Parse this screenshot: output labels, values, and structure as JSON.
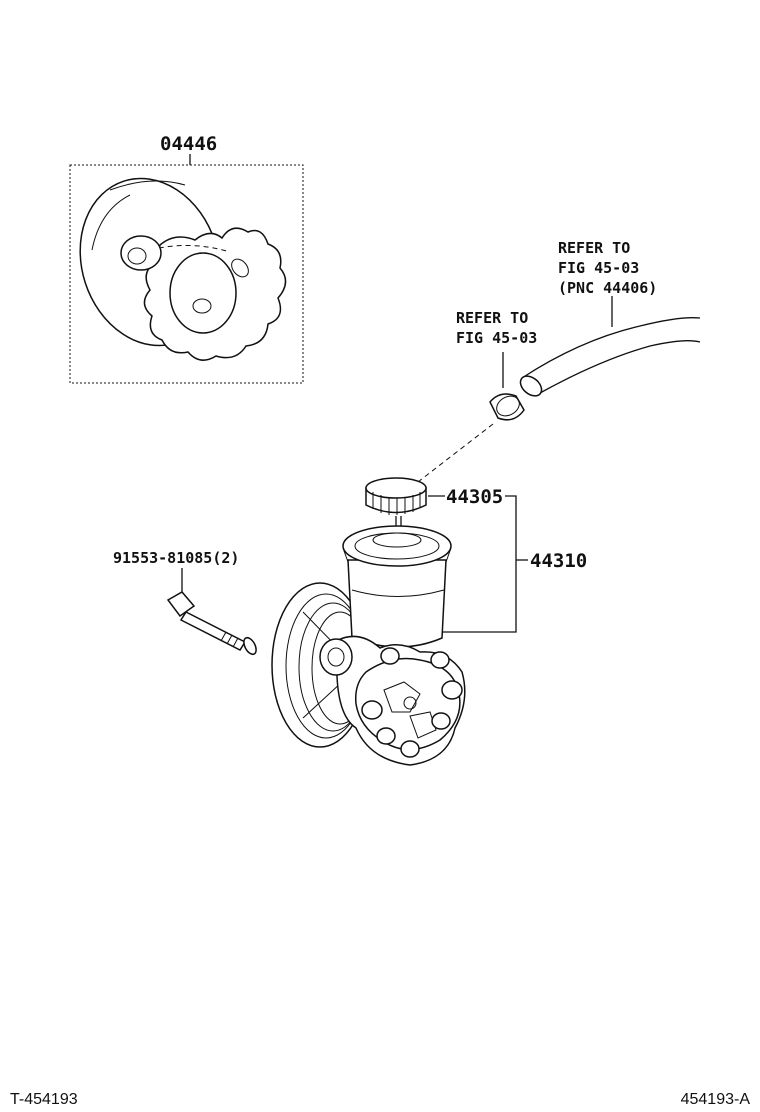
{
  "callouts": {
    "kit": "04446",
    "bolt": "91553-81085(2)",
    "cap": "44305",
    "pump": "44310"
  },
  "refer_hose": {
    "line1": "REFER TO",
    "line2": "FIG 45-03",
    "line3": "(PNC 44406)"
  },
  "refer_clamp": {
    "line1": "REFER TO",
    "line2": "FIG 45-03"
  },
  "footer": {
    "left": "T-454193",
    "right": "454193-A"
  },
  "colors": {
    "ink": "#111111",
    "background": "#ffffff"
  }
}
